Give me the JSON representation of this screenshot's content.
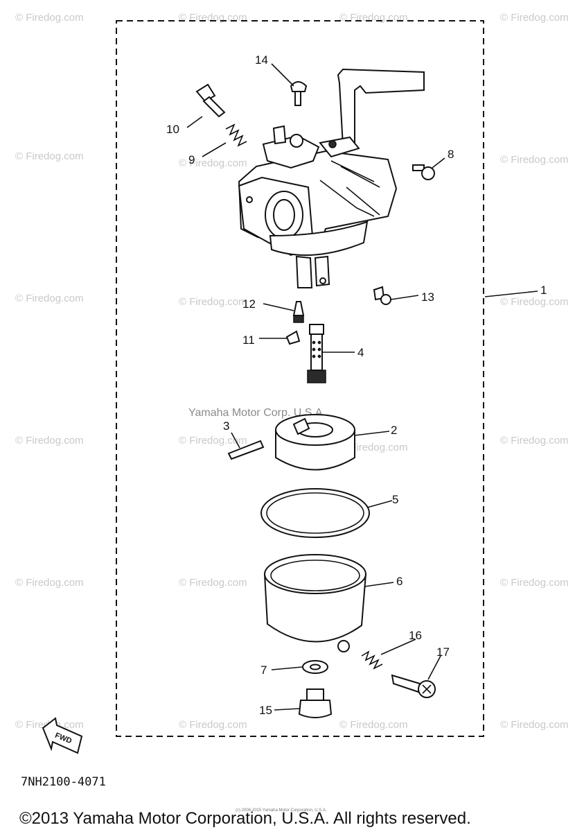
{
  "watermark": {
    "text": "© Firedog.com",
    "center_text": "Yamaha Motor Corp. U.S.A."
  },
  "callouts": {
    "c1": "1",
    "c2": "2",
    "c3": "3",
    "c4": "4",
    "c5": "5",
    "c6": "6",
    "c7": "7",
    "c8": "8",
    "c9": "9",
    "c10": "10",
    "c11": "11",
    "c12": "12",
    "c13": "13",
    "c14": "14",
    "c15": "15",
    "c16": "16",
    "c17": "17"
  },
  "fwd_label": "FWD",
  "diagram_code": "7NH2100-4071",
  "footer": {
    "copyright": "©2013 Yamaha Motor Corporation, U.S.A. All rights reserved.",
    "small_print": "(c) 2006-2015 Yamaha Motor Corporation, U.S.A."
  }
}
